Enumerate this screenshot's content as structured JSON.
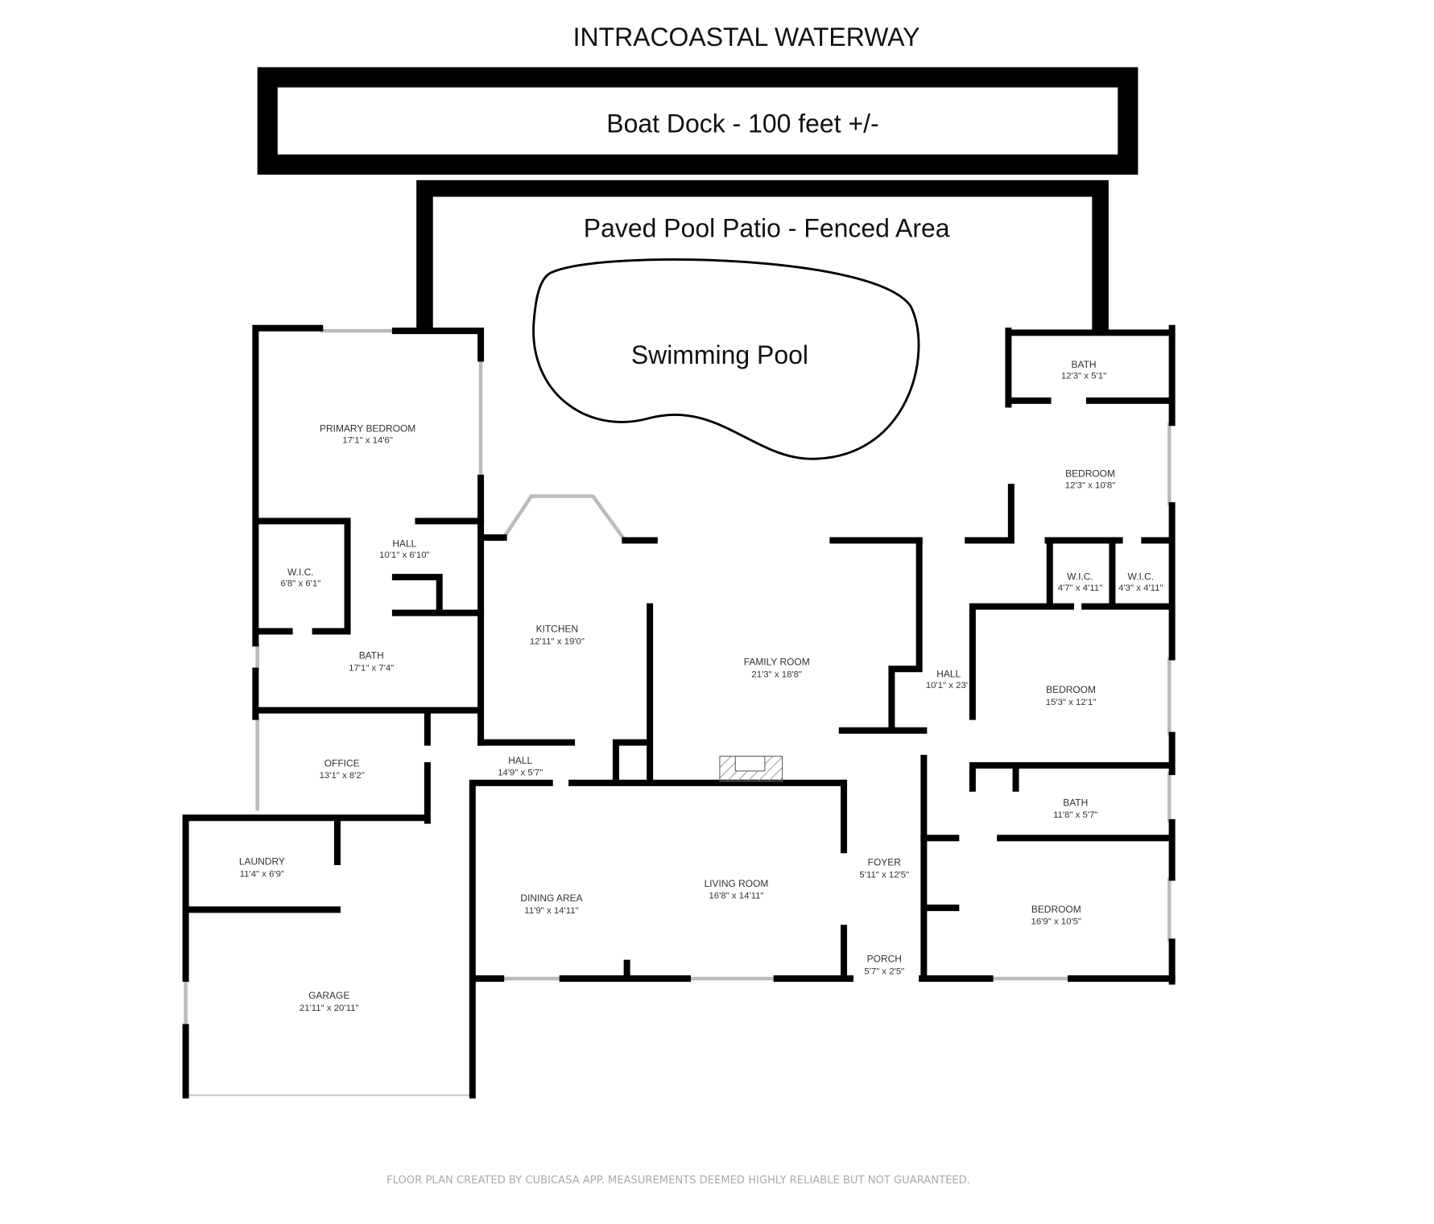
{
  "title": "INTRACOASTAL WATERWAY",
  "dock_label": "Boat Dock - 100 feet +/-",
  "patio_label": "Paved Pool Patio - Fenced Area",
  "pool_label": "Swimming Pool",
  "rooms": {
    "primary_bedroom": {
      "name": "PRIMARY BEDROOM",
      "dims": "17'1\" x 14'6\""
    },
    "hall_west": {
      "name": "HALL",
      "dims": "10'1\" x 6'10\""
    },
    "wic_west": {
      "name": "W.I.C.",
      "dims": "6'8\" x 6'1\""
    },
    "bath_primary": {
      "name": "BATH",
      "dims": "17'1\" x 7'4\""
    },
    "kitchen": {
      "name": "KITCHEN",
      "dims": "12'11\" x 19'0\""
    },
    "family_room": {
      "name": "FAMILY ROOM",
      "dims": "21'3\" x 18'8\""
    },
    "office": {
      "name": "OFFICE",
      "dims": "13'1\" x 8'2\""
    },
    "hall_center": {
      "name": "HALL",
      "dims": "14'9\" x 5'7\""
    },
    "laundry": {
      "name": "LAUNDRY",
      "dims": "11'4\" x 6'9\""
    },
    "garage": {
      "name": "GARAGE",
      "dims": "21'11\" x 20'11\""
    },
    "dining_area": {
      "name": "DINING AREA",
      "dims": "11'9\" x 14'11\""
    },
    "living_room": {
      "name": "LIVING ROOM",
      "dims": "16'8\" x 14'11\""
    },
    "foyer": {
      "name": "FOYER",
      "dims": "5'11\" x 12'5\""
    },
    "porch": {
      "name": "PORCH",
      "dims": "5'7\" x 2'5\""
    },
    "hall_east": {
      "name": "HALL",
      "dims": "10'1\" x 23'"
    },
    "bath_ne": {
      "name": "BATH",
      "dims": "12'3\" x 5'1\""
    },
    "bedroom_ne": {
      "name": "BEDROOM",
      "dims": "12'3\" x 10'8\""
    },
    "wic_e1": {
      "name": "W.I.C.",
      "dims": "4'7\" x 4'11\""
    },
    "wic_e2": {
      "name": "W.I.C.",
      "dims": "4'3\" x 4'11\""
    },
    "bedroom_e": {
      "name": "BEDROOM",
      "dims": "15'3\" x 12'1\""
    },
    "bath_e": {
      "name": "BATH",
      "dims": "11'8\" x 5'7\""
    },
    "bedroom_se": {
      "name": "BEDROOM",
      "dims": "16'9\" x 10'5\""
    }
  },
  "footer": "FLOOR PLAN CREATED BY CUBICASA APP. MEASUREMENTS DEEMED HIGHLY RELIABLE BUT NOT GUARANTEED."
}
